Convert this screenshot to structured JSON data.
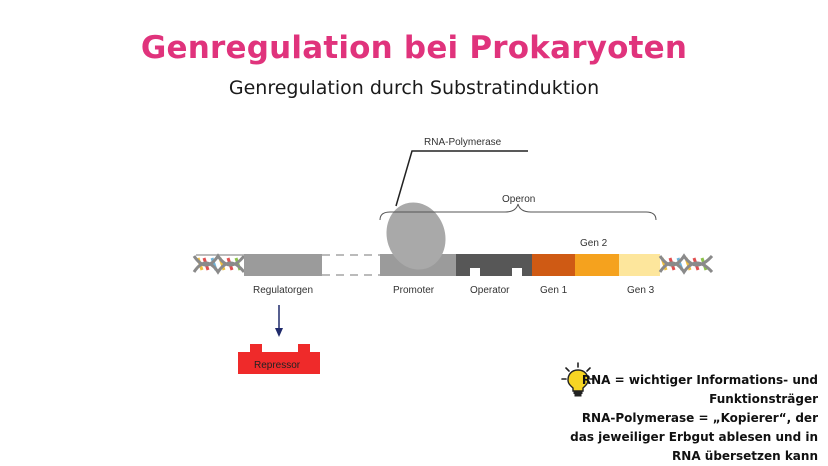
{
  "title": "Genregulation bei Prokaryoten",
  "subtitle": "Genregulation durch Substratinduktion",
  "labels": {
    "rna_polymerase": "RNA-Polymerase",
    "operon": "Operon",
    "regulatorgen": "Regulatorgen",
    "promoter": "Promoter",
    "operator": "Operator",
    "gen1": "Gen 1",
    "gen2": "Gen 2",
    "gen3": "Gen 3",
    "repressor": "Repressor"
  },
  "note": {
    "line1": "RNA = wichtiger Informations- und",
    "line2": "Funktionsträger",
    "line3": "RNA-Polymerase = „Kopierer“, der",
    "line4": "das jeweiliger Erbgut ablesen und in",
    "line5": "RNA übersetzen kann"
  },
  "colors": {
    "title": "#e0337c",
    "regulatorgen": "#9b9b9b",
    "promoter": "#9b9b9b",
    "operator": "#575757",
    "gen1": "#cf5a14",
    "gen2": "#f5a21e",
    "gen3": "#fde69c",
    "repressor": "#ef2a2a",
    "polymerase": "#a9a9a9",
    "arrow": "#1f2a6b"
  },
  "icons": {
    "note": "lightbulb-icon"
  }
}
